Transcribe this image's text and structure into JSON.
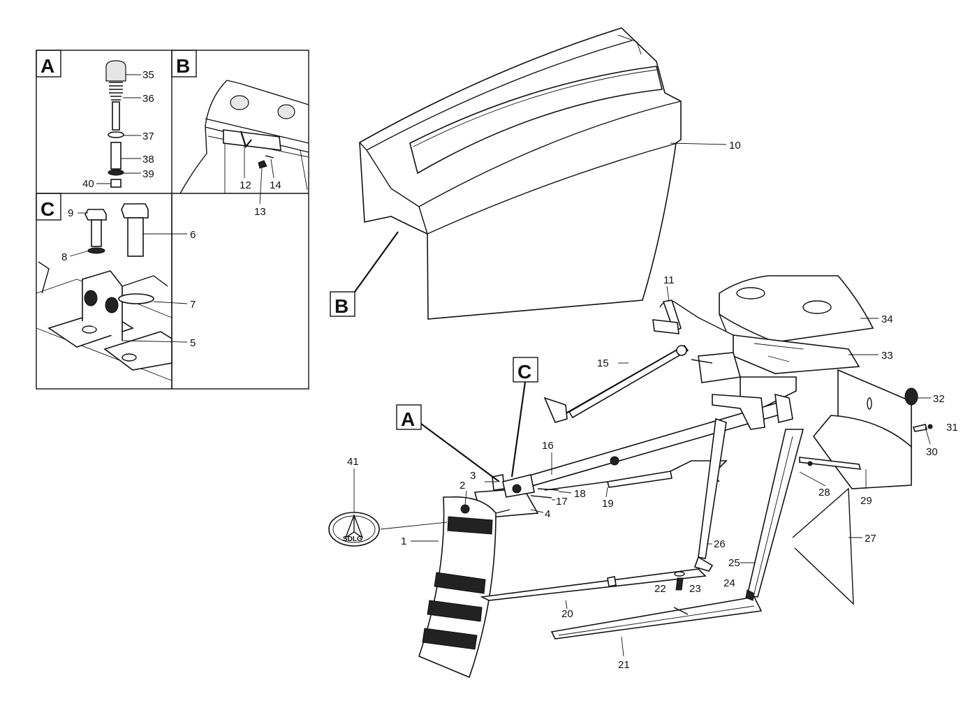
{
  "view_labels": {
    "a": "A",
    "b": "B",
    "c": "C"
  },
  "callouts": {
    "p1": "1",
    "p2": "2",
    "p3": "3",
    "p4": "4",
    "p5": "5",
    "p6": "6",
    "p7": "7",
    "p8": "8",
    "p9": "9",
    "p10": "10",
    "p11": "11",
    "p12": "12",
    "p13": "13",
    "p14": "14",
    "p15": "15",
    "p16": "16",
    "p17": "17",
    "p18": "18",
    "p19": "19",
    "p20": "20",
    "p21": "21",
    "p22": "22",
    "p23": "23",
    "p24": "24",
    "p25": "25",
    "p26": "26",
    "p27": "27",
    "p28": "28",
    "p29": "29",
    "p30": "30",
    "p31": "31",
    "p32": "32",
    "p33": "33",
    "p34": "34",
    "p35": "35",
    "p36": "36",
    "p37": "37",
    "p38": "38",
    "p39": "39",
    "p40": "40",
    "p41": "41"
  },
  "logo": {
    "text": "SDLG"
  },
  "colors": {
    "line": "#111111",
    "background": "#ffffff"
  }
}
